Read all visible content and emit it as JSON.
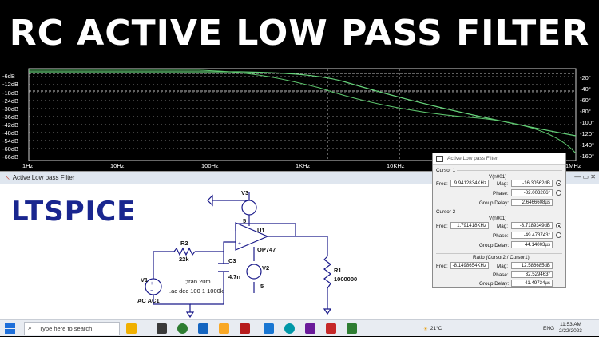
{
  "banner": {
    "title": "RC ACTIVE LOW PASS FILTER"
  },
  "plot": {
    "y_left_ticks": [
      "-6dB",
      "-12dB",
      "-18dB",
      "-24dB",
      "-30dB",
      "-36dB",
      "-42dB",
      "-48dB",
      "-54dB",
      "-60dB",
      "-66dB"
    ],
    "y_right_ticks": [
      "-20°",
      "-40°",
      "-60°",
      "-80°",
      "-100°",
      "-120°",
      "-140°",
      "-160°"
    ],
    "x_ticks": [
      "1Hz",
      "10Hz",
      "100Hz",
      "1KHz",
      "10KHz",
      "1MHz"
    ]
  },
  "schematic": {
    "window_title": "Active Low pass Filter",
    "watermark": "LTSPICE",
    "components": {
      "v1_name": "V1",
      "v1_value": "AC AC1",
      "r2_name": "R2",
      "r2_value": "22k",
      "c3_name": "C3",
      "c3_value": "4.7n",
      "u1_name": "U1",
      "u1_value": "OP747",
      "v3_name": "V3",
      "v3_value": "5",
      "v2_name": "V2",
      "v2_value": "5",
      "r1_name": "R1",
      "r1_value": "1000000"
    },
    "directives": {
      "tran": ";tran 20m",
      "ac": ".ac dec 100 1 1000k"
    }
  },
  "cursor_window": {
    "title": "Active Low pass Filter",
    "cursor1": {
      "label": "Cursor 1",
      "signal": "V(n001)",
      "freq": "9.9412834KHz",
      "mag": "-16.30562dB",
      "phase": "-82.003206°",
      "group_delay": "2.6466608µs"
    },
    "cursor2": {
      "label": "Cursor 2",
      "signal": "V(n001)",
      "freq": "1.791418KHz",
      "mag": "-3.7189349dB",
      "phase": "-49.473743°",
      "group_delay": "44.14003µs"
    },
    "ratio": {
      "label": "Ratio (Cursor2 / Cursor1)",
      "freq": "-8.1498654KHz",
      "mag": "12.586685dB",
      "phase": "32.529463°",
      "group_delay": "41.49734µs"
    },
    "labels": {
      "freq": "Freq:",
      "mag": "Mag:",
      "phase": "Phase:",
      "group_delay": "Group Delay:"
    }
  },
  "taskbar": {
    "search_placeholder": "Type here to search",
    "weather": "21°C",
    "lang": "ENG",
    "time": "11:53 AM",
    "date": "2/22/2023"
  },
  "colors": {
    "banner_bg": "#000000",
    "plot_bg": "#000000",
    "trace": "#66d27a",
    "watermark": "#19268f"
  }
}
